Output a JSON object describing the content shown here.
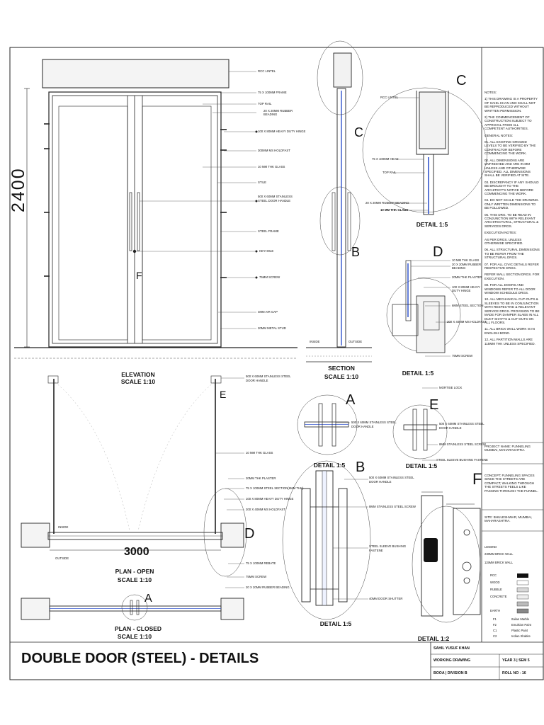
{
  "title": "DOUBLE DOOR (STEEL) - DETAILS",
  "views": {
    "elevation": {
      "name": "ELEVATION",
      "scale": "SCALE 1:10",
      "height_dim": "2400",
      "marker_f": "F"
    },
    "section": {
      "name": "SECTION",
      "scale": "SCALE 1:10",
      "inside": "INSIDE",
      "outside": "OUTSIDE",
      "marker_b": "B",
      "marker_c": "C"
    },
    "plan_open": {
      "name": "PLAN - OPEN",
      "scale": "SCALE 1:10",
      "width_dim": "3000",
      "inside": "INSIDE",
      "outside": "OUTSIDE",
      "marker_d": "D",
      "marker_e": "E"
    },
    "plan_closed": {
      "name": "PLAN - CLOSED",
      "scale": "SCALE 1:10",
      "marker_a": "A"
    },
    "detail_a": {
      "name": "DETAIL 1:5",
      "letter": "A"
    },
    "detail_b": {
      "name": "DETAIL 1:5",
      "letter": "B"
    },
    "detail_c": {
      "name": "DETAIL 1:5",
      "letter": "C"
    },
    "detail_d": {
      "name": "DETAIL 1:5",
      "letter": "D"
    },
    "detail_e": {
      "name": "DETAIL 1:5",
      "letter": "E"
    },
    "detail_f": {
      "name": "DETAIL 1:2",
      "letter": "F"
    }
  },
  "elevation_labels": [
    "RCC LINTEL",
    "75 X 100MM FRAME",
    "TOP RAIL",
    "20 X 20MM RUBBER",
    "BEADING",
    "100 X 80MM HEAVY DUTY HINGE",
    "300MM MS HOLDFAST",
    "10 MM THK GLASS",
    "STILE",
    "500 X 60MM STAINLESS",
    "STEEL DOOR HANDLE",
    "STEEL FRAME",
    "KEYHOLE",
    "75MM SCREW",
    "4MM AIR GAP",
    "20MM METAL STUD"
  ],
  "plan_labels": [
    "500 X 60MM STAINLESS STEEL",
    "DOOR HANDLE",
    "10 MM THK GLASS",
    "20MM THK PLASTER",
    "75 X 100MM STEEL SECTION(6MM THK)",
    "100 X 80MM HEAVY DUTY HINGE",
    "200 X 40MM MS HOLDFAST",
    "75 X 100MM REBATE",
    "75MM SCREW",
    "20 X 20MM RUBBER BEADING"
  ],
  "detail_c_labels": [
    "RCC LINTEL",
    "75 X 100MM HEAD",
    "TOP RAIL",
    "20 X 20MM RUBBER BEADING",
    "10 MM THK GLASS"
  ],
  "detail_d_labels": [
    "10 MM THK GLASS",
    "20 X 20MM RUBBER",
    "BEADING",
    "20MM THK PLASTER",
    "100 X 80MM HEAVY",
    "DUTY HINGE",
    "6MM STEEL SECTION",
    "200 X 40MM MS HOLDFAST",
    "75MM SCREW"
  ],
  "detail_a_labels": [
    "500 X 60MM STAINLESS STEEL",
    "DOOR HANDLE"
  ],
  "detail_e_labels": [
    "MORTISE LOCK",
    "500 X 60MM STAINLESS STEEL",
    "DOOR HANDLE",
    "8MM STAINLESS STEEL SCREW",
    "STEEL SLEEVE BUSHING FASTENE"
  ],
  "detail_b_labels": [
    "500 X 60MM STAINLESS STEEL",
    "DOOR HANDLE",
    "8MM STAINLESS STEEL SCREW",
    "STEEL SLEEVE BUSHING",
    "FASTENE",
    "40MM DOOR SHUTTER"
  ],
  "notes": [
    "NOTES:",
    "1) THIS DRAWING IS A PROPERTY OF SAHIL KHAN AND SHALL NOT BE REPRODUCED WITHOUT WRITTEN PERMISSION.",
    "2) THE COMMENCEMENT OF CONSTRUCTION SUBJECT TO APPROVAL FROM ALL COMPETENT AUTHORITIES.",
    "GENERAL NOTES:",
    "01. ALL EXISTING GROUND LEVELS TO BE VERIFIED BY THE CONTRACTOR BEFORE COMMENCING THE WORK.",
    "02. ALL DIMENSIONS ARE UNFINISHED AND ARE IN MM UNLESS AND OTHERWISE SPECIFIED. ALL DIMENSIONS SHALL BE VERIFIED AT SITE.",
    "03. DISCREPANCY IF ANY SHOULD BE BROUGHT TO THE ARCHITECT'S NOTICE BEFORE COMMENCING THE WORK.",
    "04. DO NOT SCALE THE DRAWING. ONLY WRITTEN DIMENSIONS TO BE FOLLOWED.",
    "05. THIS DRG. TO BE READ IN CONJUNCTION WITH RELEVANT ARCHITECTURAL, STRUCTURAL & SERVICES DRGS.",
    "EXECUTION NOTES:",
    "AS PER DRGS. UNLESS OTHERWISE SPECIFIED.",
    "06. ALL STRUCTURAL DIMENSIONS TO BE REFER FROM THE STRUCTURAL DRGS.",
    "07. FOR ALL CIVIC DETAILS REFER RESPECTIVE DRGS.",
    "REFER WALL SECTION DRGS. FOR EXECUTION.",
    "08. FOR ALL DOORS AND WINDOWS REFER TO ALL DOOR WINDOW SCHEDULE DRGS.",
    "10. ALL MECHANICAL CUT-OUTS & SLEEVES TO BE IN CONJUNCTION WITH RESPECTIVE & RELEVANT SERVICE DRGS. PROVISION TO BE MADE FOR DAMPER SLABS IN ALL DUCT SHAFTS & CUT-OUTS ON ALL FLOORS.",
    "11. ALL BRICK WALL WORK IS IN ENGLISH BOND.",
    "12. ALL PARTITION WALLS ARE 115MM THK UNLESS SPECIFIED."
  ],
  "project": {
    "name": "PROJECT NAME: FUNNELING MUMBAI, MAHARASHTRA.",
    "concept": "CONCEPT: FUNNELING SPACES SINCE THE STREETS ARE COMPACT, WALKING THROUGH THE STREETS FEELS LIKE PASSING THROUGH THE FUNNEL.",
    "site": "SITE: BHULESHWAR, MUMBAI, MAHARASHTRA."
  },
  "legend": {
    "title": "LEGEND",
    "items": [
      "230MM BRICK WALL",
      "115MM BRICK WALL",
      "RCC",
      "WOOD",
      "RUBBLE",
      "CONCRETE",
      "EARTH"
    ],
    "finishes": [
      [
        "F1",
        "Italian Marble"
      ],
      [
        "F2",
        "Emulsion Paint"
      ],
      [
        "C1",
        "Plastic Paint"
      ],
      [
        "C2",
        "Indian Shabite"
      ]
    ]
  },
  "titleblock": {
    "name": "SAHIL YUSUF KHAN",
    "drawing": "WORKING DRAWING",
    "year": "YEAR 3 | SEM 5",
    "division": "BOOA | DIVISION B",
    "roll": "ROLL NO - 16"
  }
}
